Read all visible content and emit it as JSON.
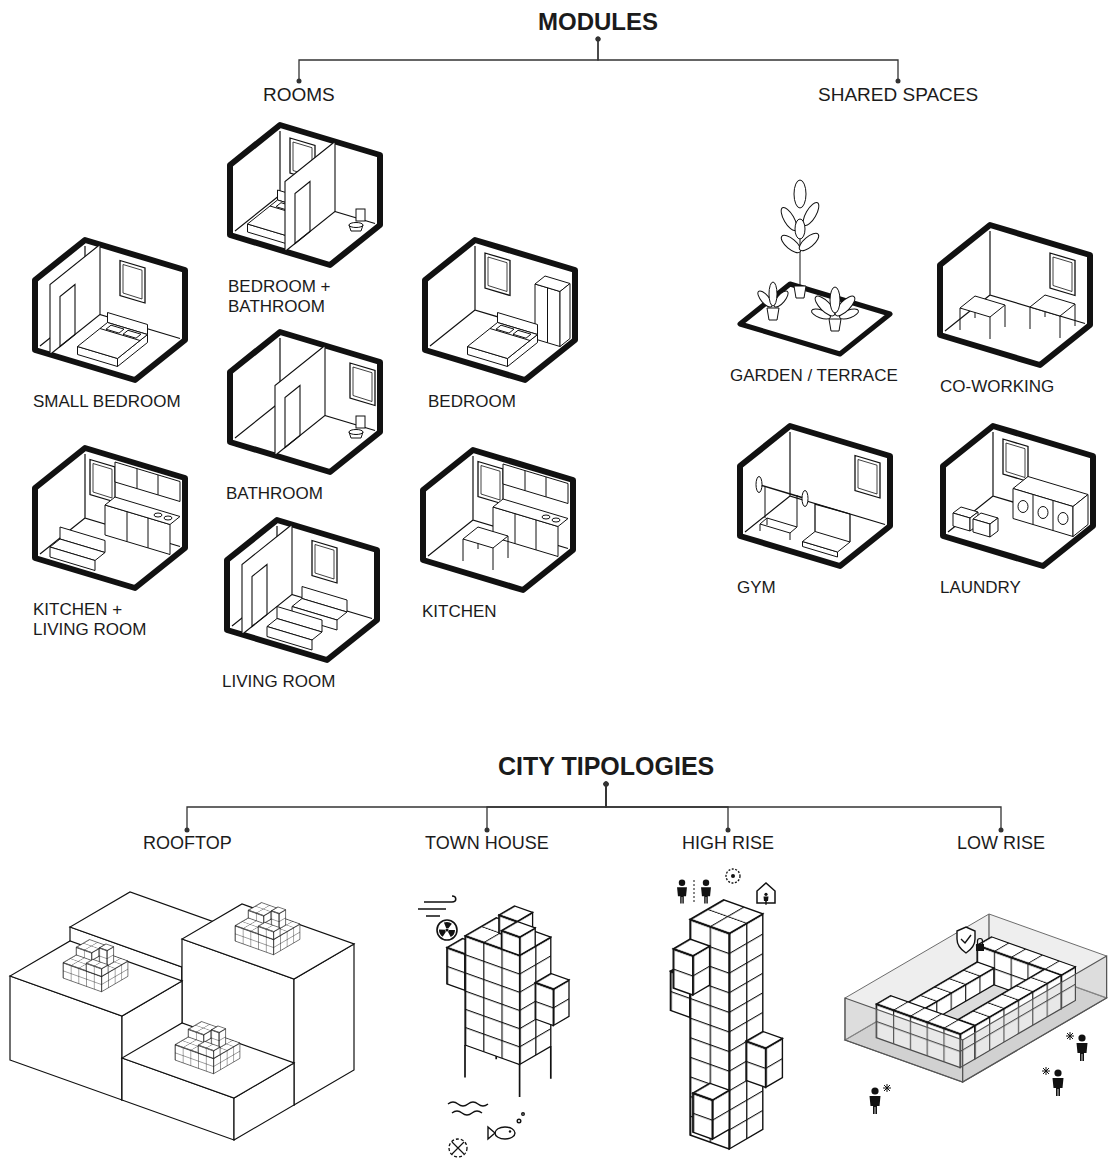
{
  "diagram": {
    "nodes": [
      {
        "text": [
          "MODULES"
        ]
      },
      {
        "text": [
          "ROOMS"
        ]
      },
      {
        "text": [
          "SHARED SPACES"
        ]
      },
      {
        "text": [
          "BEDROOM + BATHROOM"
        ]
      },
      {
        "text": [
          "SMALL BEDROOM"
        ]
      },
      {
        "text": [
          "BEDROOM"
        ]
      },
      {
        "text": [
          "BATHROOM"
        ]
      },
      {
        "text": [
          "KITCHEN + LIVING ROOM"
        ]
      },
      {
        "text": [
          "KITCHEN"
        ]
      },
      {
        "text": [
          "LIVING ROOM"
        ]
      },
      {
        "text": [
          "GARDEN / TERRACE"
        ]
      },
      {
        "text": [
          "CO-WORKING"
        ]
      },
      {
        "text": [
          "GYM"
        ]
      },
      {
        "text": [
          "LAUNDRY"
        ]
      },
      {
        "text": [
          "CITY TIPOLOGIES"
        ]
      },
      {
        "text": [
          "ROOFTOP"
        ]
      },
      {
        "text": [
          "TOWN HOUSE"
        ]
      },
      {
        "text": [
          "HIGH RISE"
        ]
      },
      {
        "text": [
          "LOW RISE"
        ]
      }
    ],
    "edges": [
      {
        "from": 0,
        "to": 1,
        "arrow": "none"
      },
      {
        "from": 0,
        "to": 2,
        "arrow": "none"
      },
      {
        "from": 14,
        "to": 15,
        "arrow": "none"
      },
      {
        "from": 14,
        "to": 16,
        "arrow": "none"
      },
      {
        "from": 14,
        "to": 17,
        "arrow": "none"
      },
      {
        "from": 14,
        "to": 18,
        "arrow": "none"
      }
    ]
  }
}
